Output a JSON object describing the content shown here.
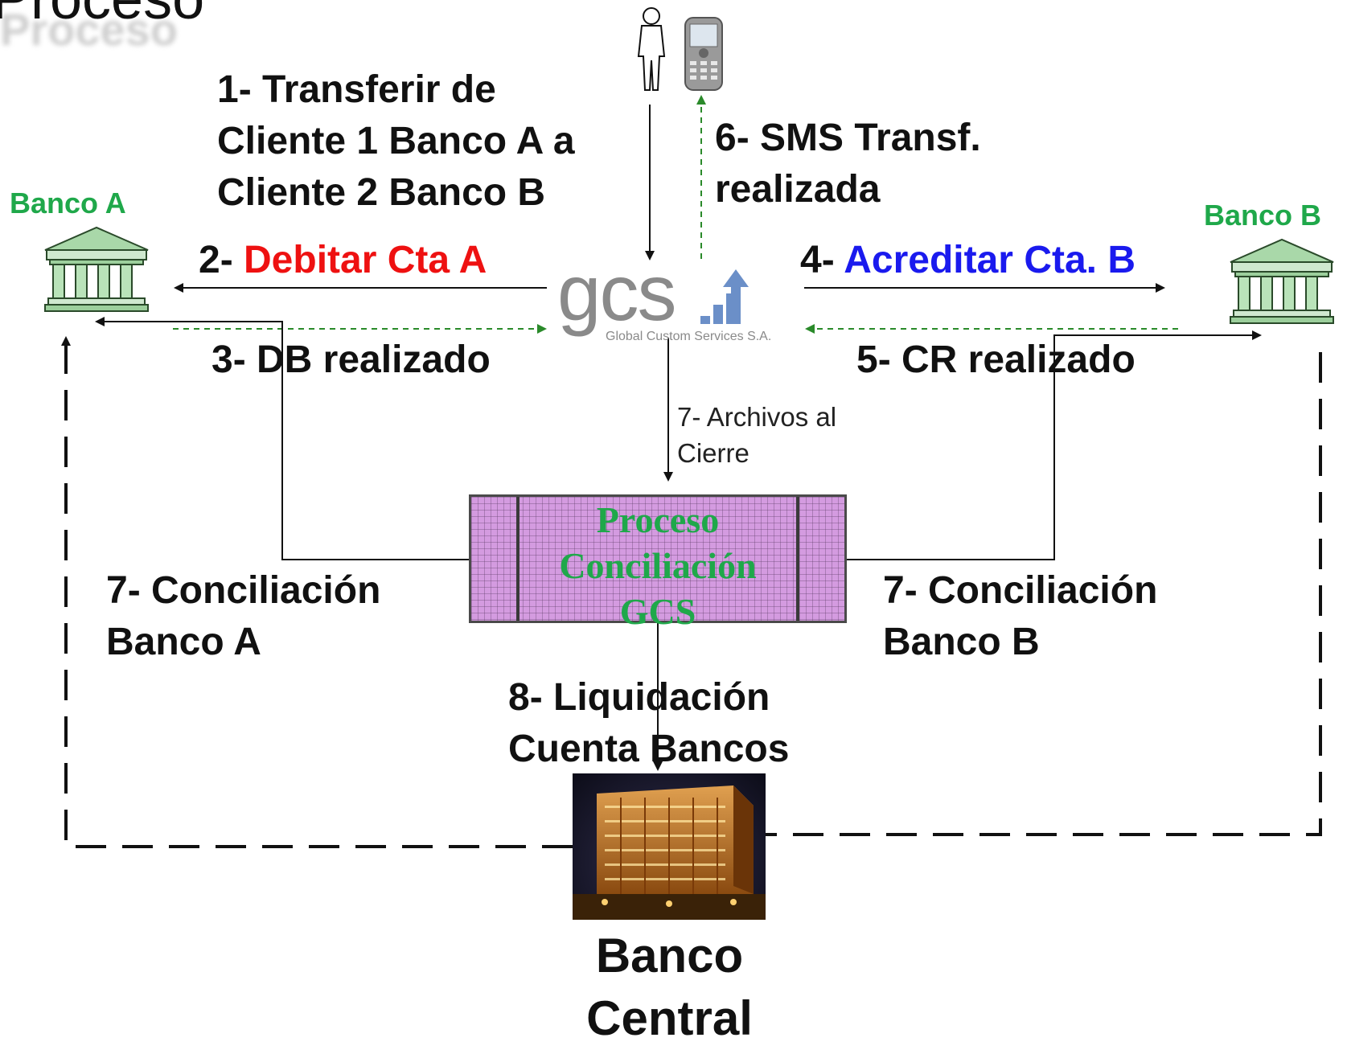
{
  "title_fragment": "Proceso",
  "banks": {
    "a": "Banco A",
    "b": "Banco B",
    "central_line1": "Banco",
    "central_line2": "Central"
  },
  "steps": {
    "s1_line1": "1- Transferir de",
    "s1_line2": "Cliente 1 Banco A a",
    "s1_line3": "Cliente 2 Banco B",
    "s2_prefix": "2- ",
    "s2_highlight": "Debitar Cta A",
    "s3": "3- DB realizado",
    "s4_prefix": "4- ",
    "s4_highlight": "Acreditar Cta. B",
    "s5": "5- CR realizado",
    "s6_line1": "6- SMS Transf.",
    "s6_line2": "realizada",
    "s7_archivos_line1": "7- Archivos al",
    "s7_archivos_line2": "Cierre",
    "s7a_line1": "7- Conciliación",
    "s7a_line2": "Banco A",
    "s7b_line1": "7- Conciliación",
    "s7b_line2": "Banco B",
    "s8_line1": "8- Liquidación",
    "s8_line2": "Cuenta Bancos"
  },
  "process_box": {
    "line1": "Proceso",
    "line2": "Conciliación",
    "line3": "GCS"
  },
  "gcs_logo": {
    "word": "gcs",
    "subtitle": "Global Custom Services S.A."
  },
  "colors": {
    "bank_label": "#1fa84a",
    "debit": "#ee1111",
    "credit": "#1a1aee",
    "process_text": "#1fa84a",
    "process_fill": "#d49be0",
    "dashed_green": "#2a8a2a"
  },
  "icons": [
    "person-icon",
    "mobile-phone-icon",
    "bank-building-icon",
    "gcs-logo-icon",
    "central-bank-photo"
  ]
}
